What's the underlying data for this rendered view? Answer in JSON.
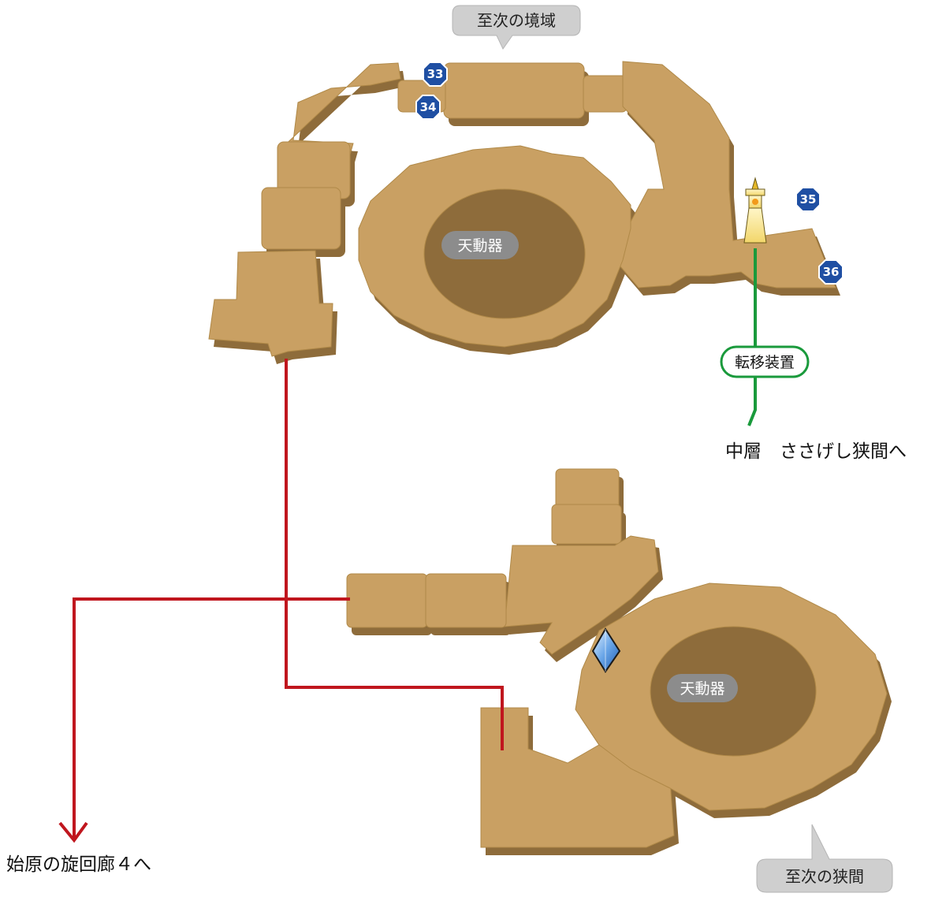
{
  "colors": {
    "floor_top": "#c9a063",
    "floor_side": "#8e6c3b",
    "warp_line": "#c0161e",
    "teleport_line": "#1a9a3c",
    "marker_blue": "#1f4fa3",
    "label_gray": "#8c8c8c",
    "bubble_gray": "#cfcfcf"
  },
  "areas": {
    "north_exit": "至次の境域",
    "south_exit": "至次の狭間"
  },
  "rooms": {
    "upper": "天動器",
    "lower": "天動器"
  },
  "teleporter": {
    "label": "転移装置",
    "icon": "teleporter-tower-icon"
  },
  "destinations": {
    "middle": "中層　ささげし狭間へ",
    "origin": "始原の旋回廊４へ"
  },
  "markers": [
    "33",
    "34",
    "35",
    "36"
  ],
  "save_point": {
    "icon": "crystal-icon"
  }
}
